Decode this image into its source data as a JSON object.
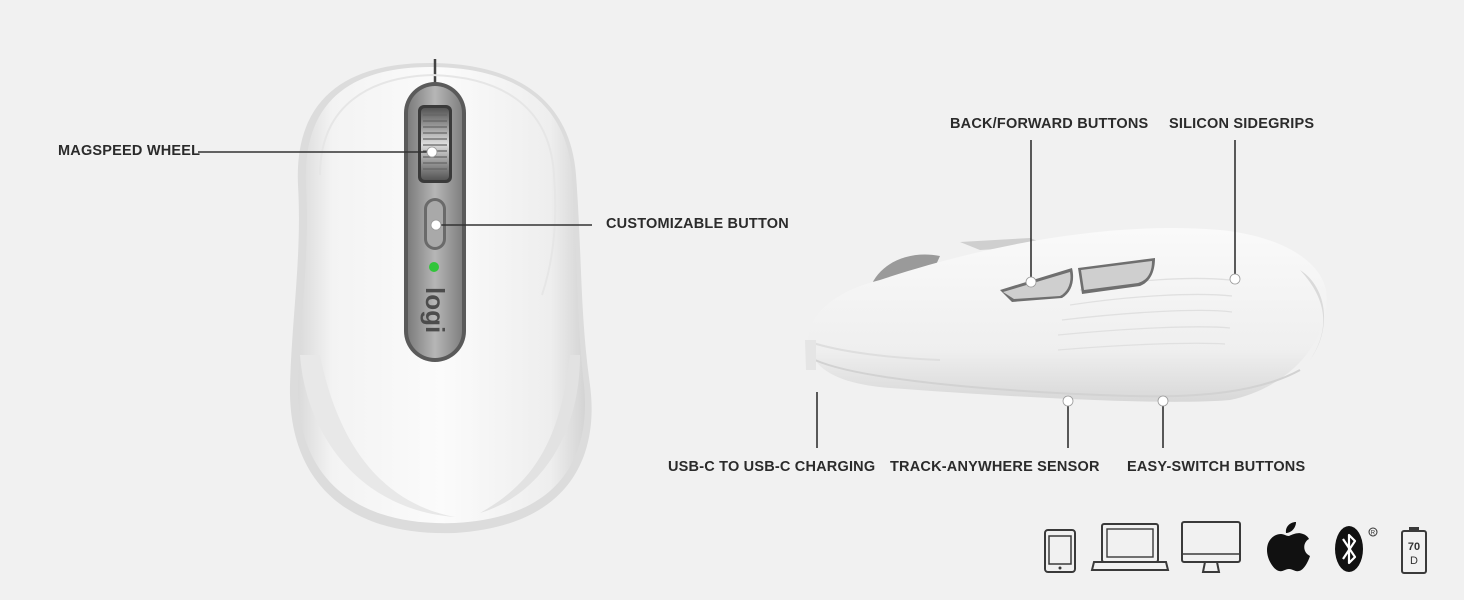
{
  "callouts": {
    "magspeed_wheel": "MAGSPEED WHEEL",
    "customizable_button": "CUSTOMIZABLE BUTTON",
    "back_forward_buttons": "BACK/FORWARD BUTTONS",
    "silicon_sidegrips": "SILICON SIDEGRIPS",
    "usb_c_charging": "USB-C TO USB-C CHARGING",
    "track_anywhere_sensor": "TRACK-ANYWHERE SENSOR",
    "easy_switch_buttons": "EASY-SWITCH BUTTONS"
  },
  "mouse_top": {
    "logo_text": "logi",
    "status_led_color": "#31c53a"
  },
  "compatibility_icons": [
    {
      "name": "tablet-icon"
    },
    {
      "name": "laptop-icon"
    },
    {
      "name": "desktop-icon"
    },
    {
      "name": "apple-icon"
    },
    {
      "name": "bluetooth-icon"
    },
    {
      "name": "battery-icon",
      "text": "70",
      "subtext": "D"
    }
  ],
  "colors": {
    "background": "#f1f1f1",
    "label_text": "#2b2b2b",
    "callout_line": "#333333",
    "mouse_body": "#f7f7f7",
    "mouse_shadow": "#d9d9d9",
    "mouse_accent": "#8f8f8f"
  }
}
